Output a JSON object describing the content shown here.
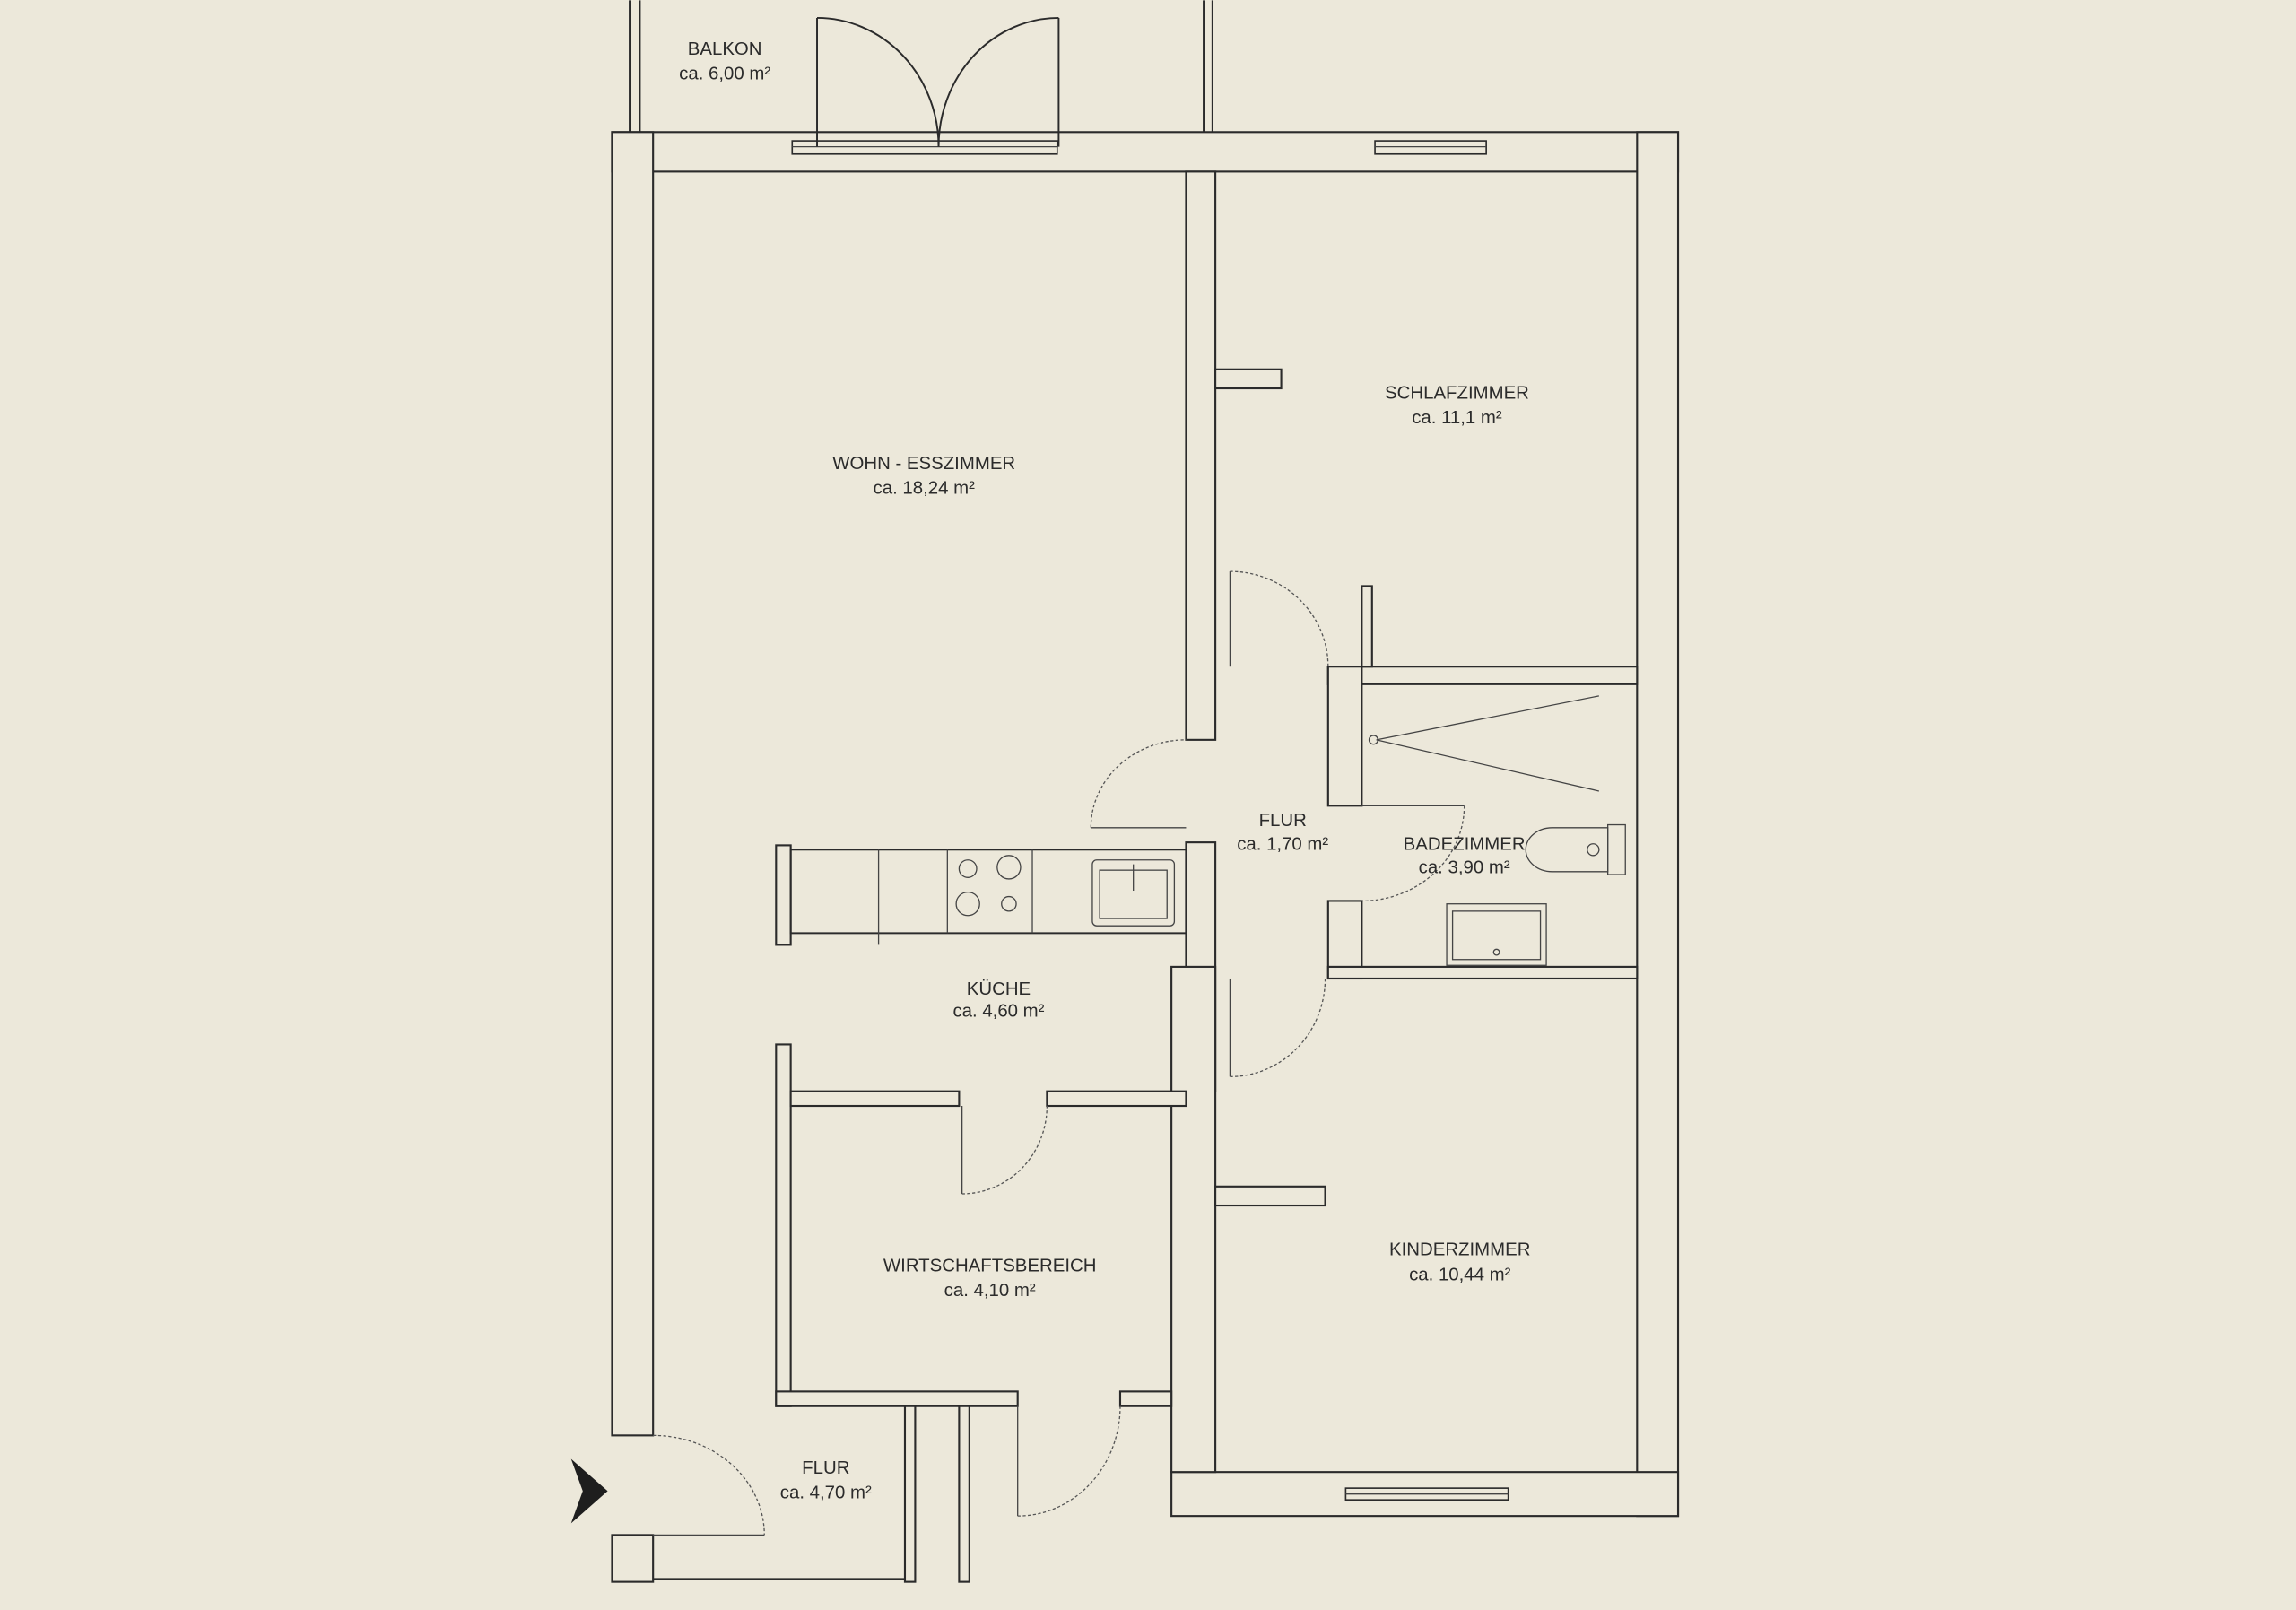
{
  "rooms": {
    "balkon": {
      "name": "BALKON",
      "area": "ca. 6,00 m²"
    },
    "wohn": {
      "name": "WOHN - ESSZIMMER",
      "area": "ca. 18,24 m²"
    },
    "schlaf": {
      "name": "SCHLAFZIMMER",
      "area": "ca. 11,1 m²"
    },
    "flur_mitte": {
      "name": "FLUR",
      "area": "ca. 1,70 m²"
    },
    "bad": {
      "name": "BADEZIMMER",
      "area": "ca. 3,90 m²"
    },
    "kueche": {
      "name": "KÜCHE",
      "area": "ca. 4,60 m²"
    },
    "wirtschaft": {
      "name": "WIRTSCHAFTSBEREICH",
      "area": "ca. 4,10 m²"
    },
    "kinder": {
      "name": "KINDERZIMMER",
      "area": "ca. 10,44 m²"
    },
    "flur_eingang": {
      "name": "FLUR",
      "area": "ca. 4,70 m²"
    }
  },
  "icons": {
    "entrance": "entrance-arrow-icon"
  },
  "colors": {
    "paper": "#ece8da",
    "line": "#2b2b2b"
  }
}
